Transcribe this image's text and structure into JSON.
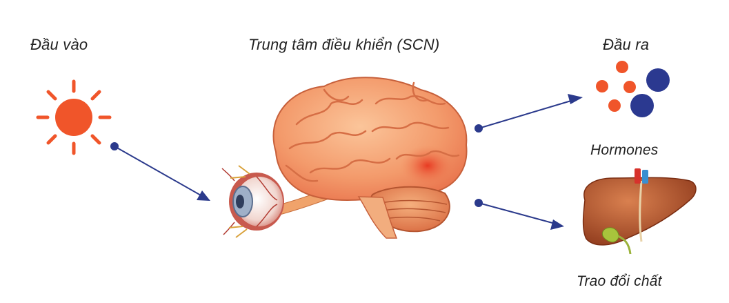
{
  "labels": {
    "input": "Đầu vào",
    "control_center": "Trung tâm điều khiển (SCN)",
    "output": "Đầu ra",
    "hormones": "Hormones",
    "metabolism": "Trao đổi chất"
  },
  "icons": {
    "input": "sun-icon",
    "sensor": "eye-icon",
    "center": "brain-icon",
    "output_hormones": "hormone-dots-icon",
    "output_metabolism": "liver-icon"
  },
  "colors": {
    "sun": "#f0552a",
    "arrow": "#2b3a8c",
    "hormone_small": "#f0552a",
    "hormone_large": "#2b3990",
    "brain": "#f39a6b",
    "liver": "#b5552c"
  }
}
